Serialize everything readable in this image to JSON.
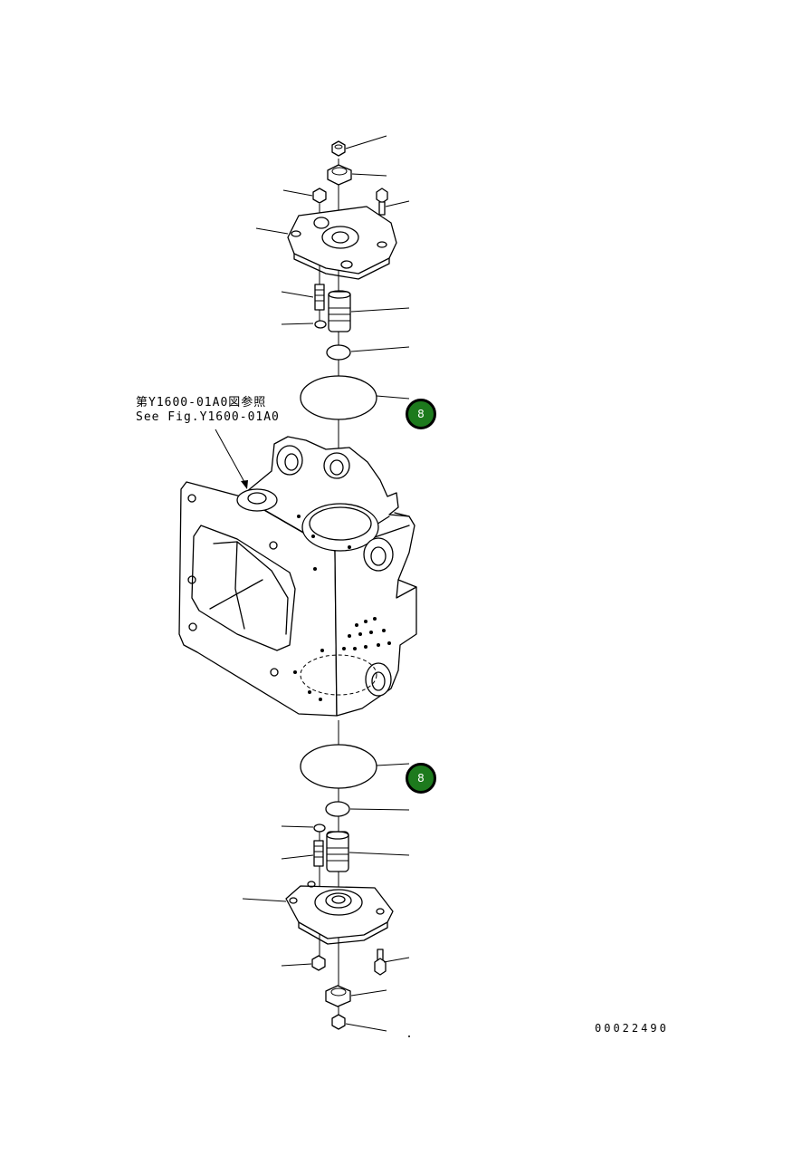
{
  "reference_note": {
    "line1": "第Y1600-01A0図参照",
    "line2": "See Fig.Y1600-01A0"
  },
  "callouts": [
    {
      "label": "8"
    },
    {
      "label": "8"
    }
  ],
  "drawing_number": "00022490",
  "colors": {
    "callout_fill": "#1d7a1d",
    "line": "#000000",
    "background": "#ffffff"
  }
}
